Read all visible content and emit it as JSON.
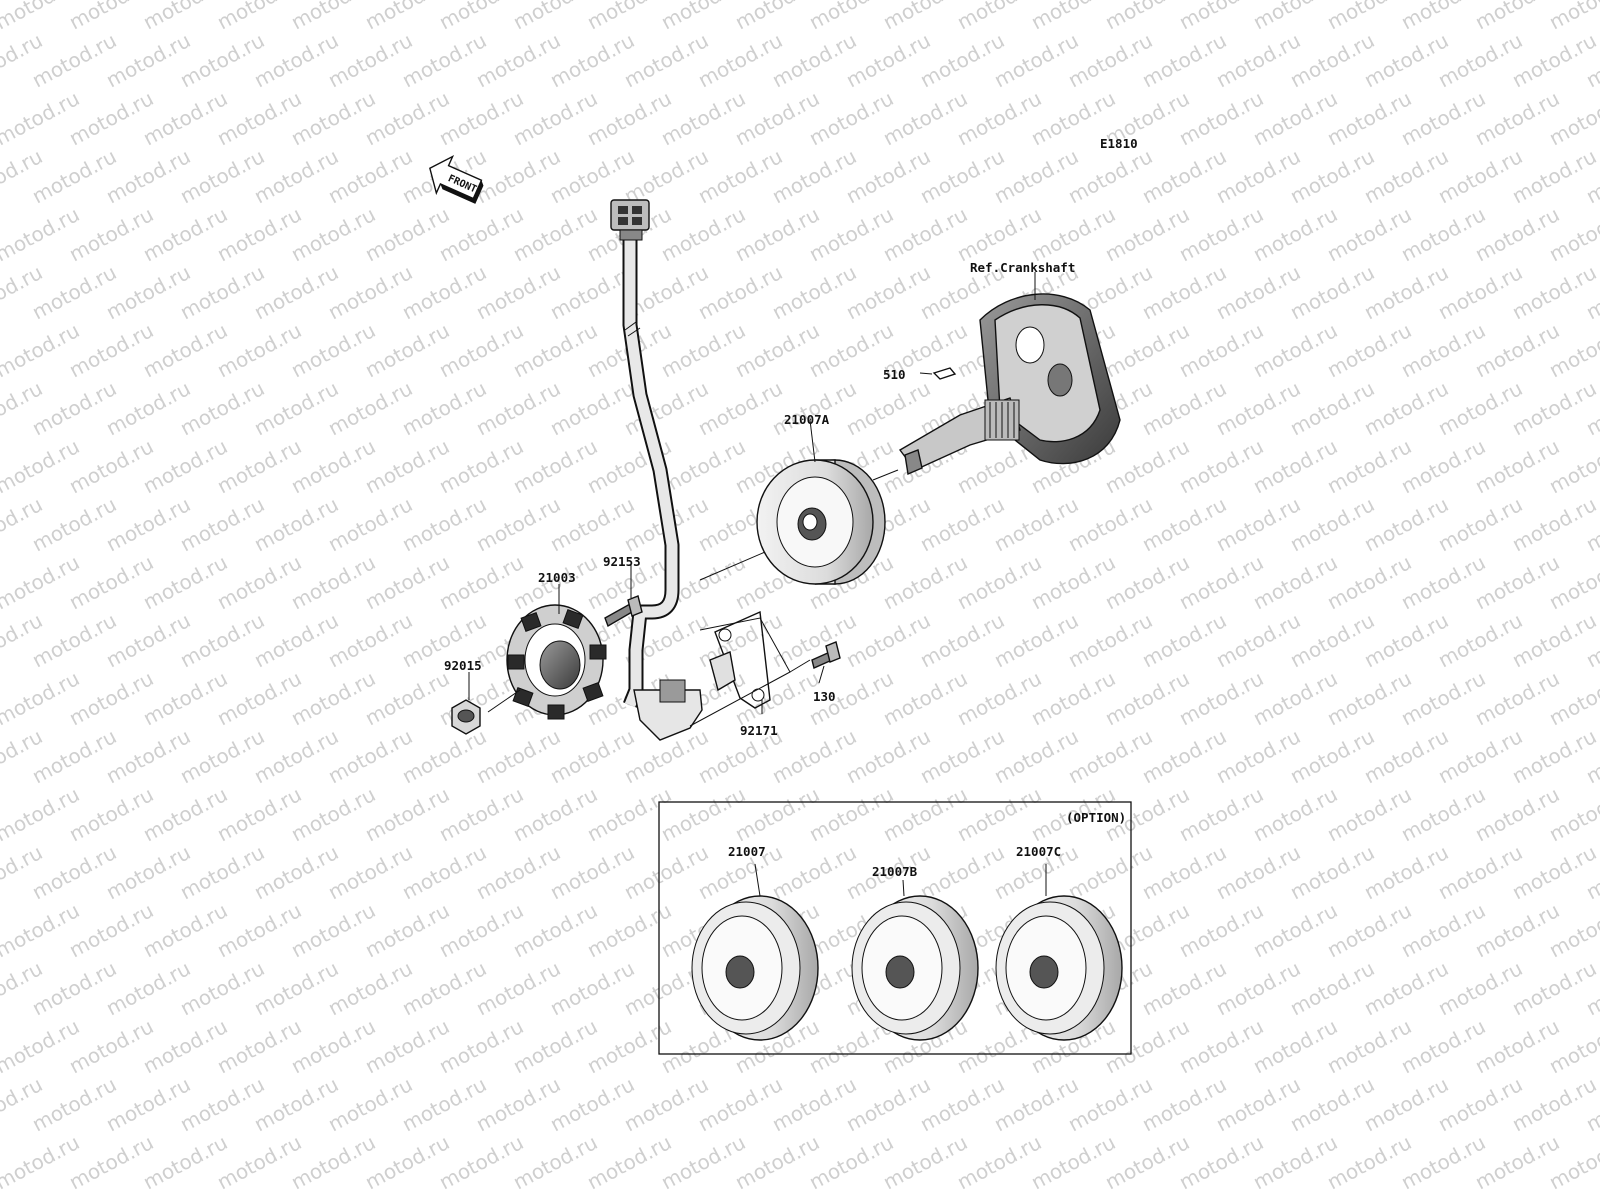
{
  "diagram": {
    "code": "E1810",
    "front_arrow": "FRONT",
    "ref_label": "Ref.Crankshaft",
    "option_label": "(OPTION)",
    "watermark": "motod.ru",
    "callouts": {
      "p510": "510",
      "p21007A": "21007A",
      "p92153": "92153",
      "p21003": "21003",
      "p92015": "92015",
      "p130": "130",
      "p92171": "92171",
      "p21007": "21007",
      "p21007B": "21007B",
      "p21007C": "21007C"
    }
  }
}
